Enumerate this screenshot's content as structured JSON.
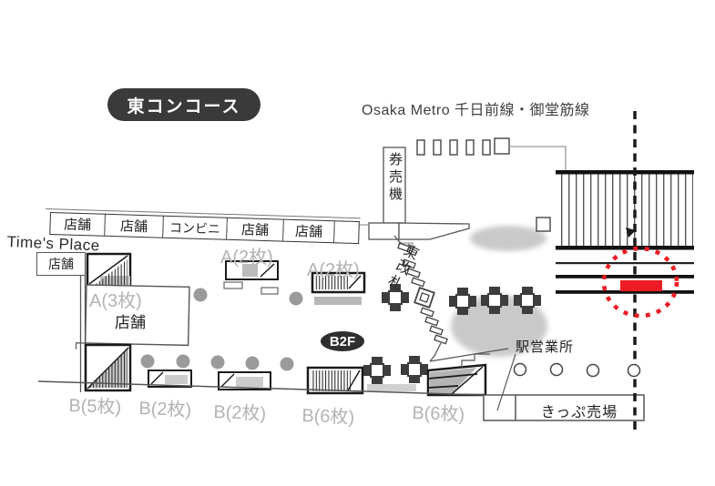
{
  "header": {
    "area_badge": "東コンコース",
    "line_label": "Osaka Metro 千日前線・御堂筋線"
  },
  "shops": {
    "row": [
      "店舗",
      "店舗",
      "コンビニ",
      "店舗",
      "店舗"
    ],
    "times_place": "Time's Place",
    "left": "店舗",
    "center": "店舗"
  },
  "facilities": {
    "ticket_machine": "券売機",
    "east_gate": "東改札",
    "floor": "B2F",
    "station_office": "駅営業所",
    "ticket_counter": "きっぷ売場"
  },
  "ads": {
    "a3": "A(3枚)",
    "a2_center": "A(2枚)",
    "a2_right": "A(2枚)",
    "b5": "B(5枚)",
    "b2_left": "B(2枚)",
    "b2_center": "B(2枚)",
    "b6_center": "B(6枚)",
    "b6_right": "B(6枚)"
  },
  "colors": {
    "accent_red": "#ed1c24",
    "badge_bg": "#3a3a3a",
    "label_gray": "#b3b3b3",
    "pillar_gray": "#9a9a9a"
  }
}
